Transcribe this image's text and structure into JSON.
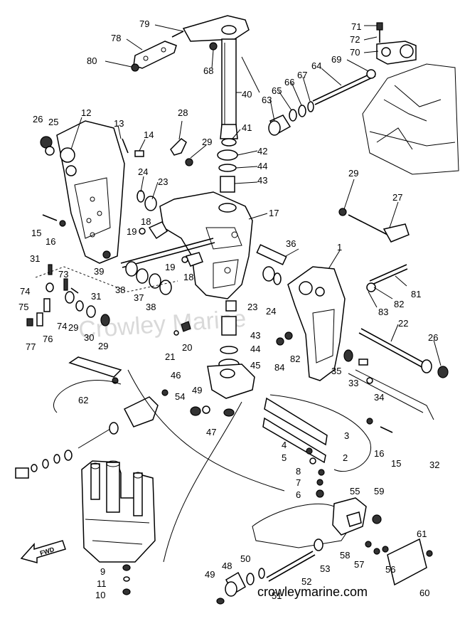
{
  "diagram": {
    "watermark_faint": "Crowley Marine",
    "watermark_footer": "crowleymarine.com",
    "fwd_arrow_label": "FWD",
    "callouts": [
      "1",
      "2",
      "3",
      "4",
      "5",
      "6",
      "7",
      "8",
      "9",
      "10",
      "11",
      "12",
      "13",
      "14",
      "15",
      "15",
      "16",
      "16",
      "17",
      "18",
      "18",
      "19",
      "19",
      "20",
      "21",
      "22",
      "23",
      "23",
      "24",
      "24",
      "25",
      "26",
      "26",
      "27",
      "28",
      "29",
      "29",
      "29",
      "29",
      "30",
      "31",
      "31",
      "32",
      "33",
      "34",
      "35",
      "36",
      "37",
      "38",
      "38",
      "39",
      "40",
      "41",
      "42",
      "43",
      "43",
      "44",
      "44",
      "45",
      "46",
      "47",
      "48",
      "49",
      "49",
      "50",
      "51",
      "52",
      "53",
      "54",
      "55",
      "56",
      "57",
      "58",
      "59",
      "60",
      "61",
      "62",
      "63",
      "64",
      "65",
      "66",
      "67",
      "68",
      "69",
      "70",
      "71",
      "72",
      "73",
      "74",
      "74",
      "75",
      "76",
      "77",
      "78",
      "79",
      "80",
      "81",
      "82",
      "82",
      "83",
      "84"
    ]
  }
}
